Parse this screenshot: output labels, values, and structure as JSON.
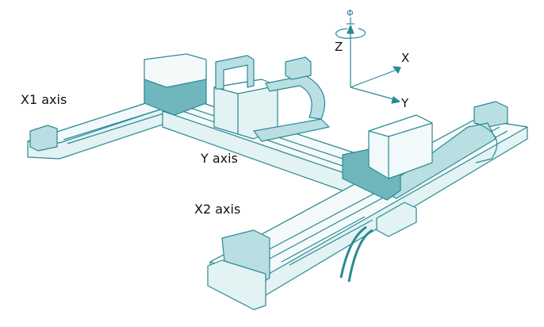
{
  "labels": {
    "x1_axis": "X1 axis",
    "y_axis": "Y axis",
    "x2_axis": "X2 axis"
  },
  "coordinate_system": {
    "z": "Z",
    "x": "X",
    "y": "Y",
    "rotation": "Φ"
  },
  "colors": {
    "line": "#2b8a94",
    "fill_light": "#e3f2f3",
    "fill_mid": "#b9dfe2",
    "fill_dark": "#6fb6bd"
  }
}
